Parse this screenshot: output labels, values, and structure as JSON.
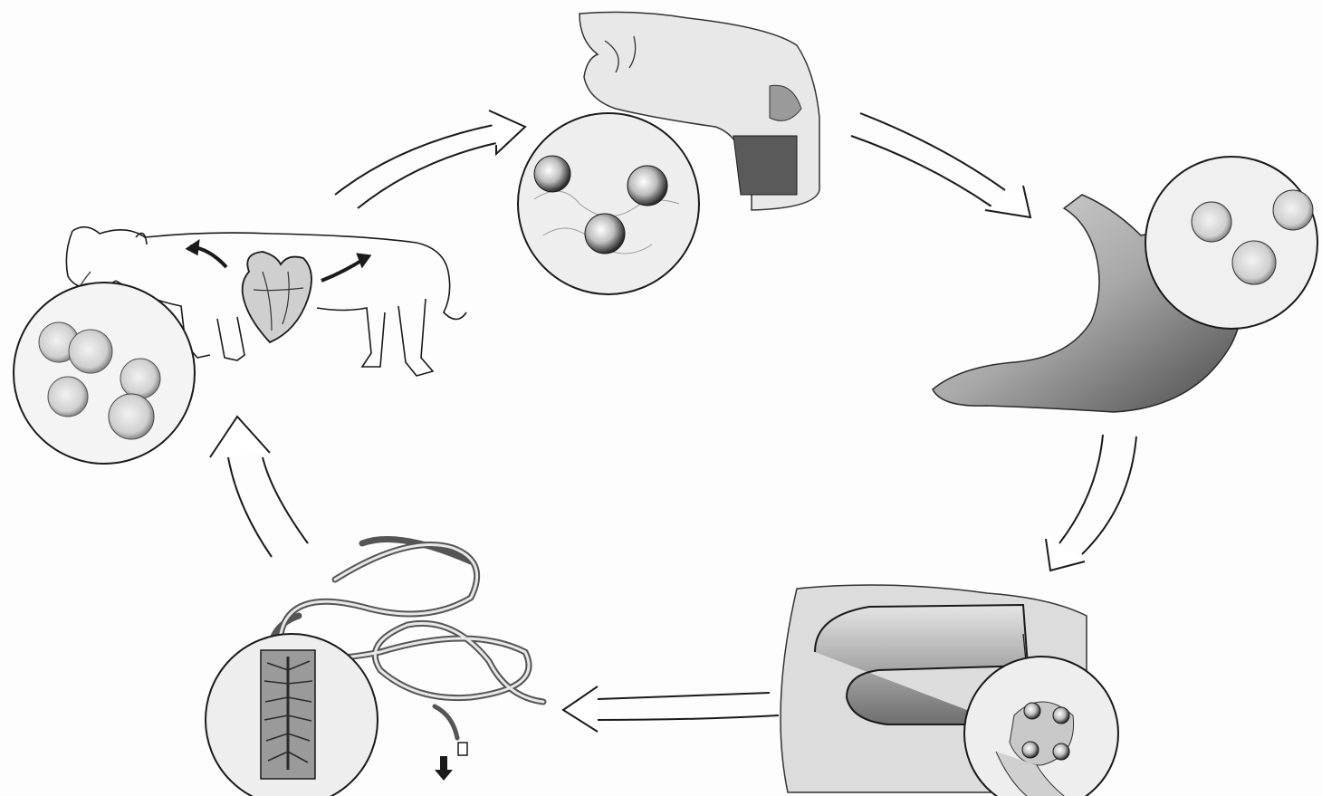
{
  "diagram": {
    "type": "life-cycle",
    "stages": [
      {
        "id": "cattle",
        "illustration": "cow-with-heart",
        "inset": "cysts-in-muscle"
      },
      {
        "id": "human-mouth",
        "illustration": "head-sagittal-section",
        "inset": "cysticerci-in-meat"
      },
      {
        "id": "stomach",
        "illustration": "stomach",
        "inset": "cysticerci"
      },
      {
        "id": "intestine",
        "illustration": "small-intestine-with-scolex",
        "inset": "scolex-four-suckers"
      },
      {
        "id": "adult-worm",
        "illustration": "adult-tapeworm",
        "inset": "gravid-proglottid"
      }
    ],
    "arrows": [
      {
        "from": "cattle",
        "to": "human-mouth"
      },
      {
        "from": "human-mouth",
        "to": "stomach"
      },
      {
        "from": "stomach",
        "to": "intestine"
      },
      {
        "from": "intestine",
        "to": "adult-worm"
      },
      {
        "from": "adult-worm",
        "to": "cattle"
      }
    ],
    "colors": {
      "ink": "#1a1a1a",
      "shade": "#8a8a8a",
      "paper": "#fdfdfd"
    }
  }
}
